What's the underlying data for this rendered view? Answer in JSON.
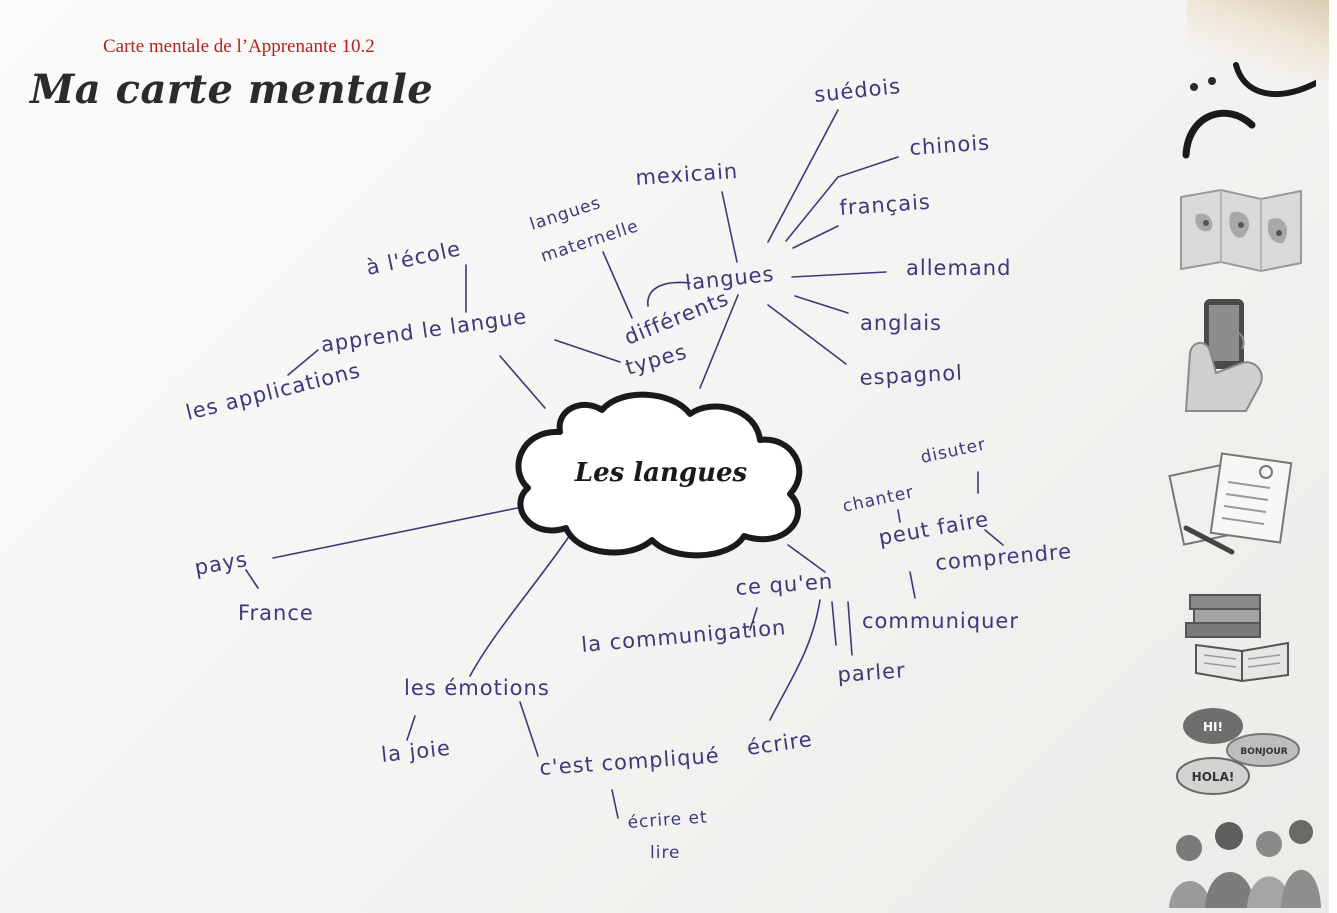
{
  "header": {
    "caption": "Carte mentale de l’Apprenante 10.2",
    "title": "Ma carte mentale"
  },
  "center": {
    "label": "Les langues"
  },
  "nodes": {
    "a_lecole": "à l'école",
    "apprend_le_langue": "apprend le langue",
    "les_applications": "les applications",
    "langues_maternelle_1": "langues",
    "langues_maternelle_2": "maternelle",
    "mexicain": "mexicain",
    "langues": "langues",
    "differents": "différents",
    "types": "types",
    "suedois": "suédois",
    "chinois": "chinois",
    "francais": "français",
    "allemand": "allemand",
    "anglais": "anglais",
    "espagnol": "espagnol",
    "pays": "pays",
    "france": "France",
    "disuter": "disuter",
    "chanter": "chanter",
    "peut_faire": "peut faire",
    "comprendre": "comprendre",
    "ce_quen": "ce qu'en",
    "communiquer": "communiquer",
    "la_communigation": "la communigation",
    "parler": "parler",
    "les_emotions": "les émotions",
    "la_joie": "la joie",
    "cest_complique": "c'est compliqué",
    "ecrire": "écrire",
    "ecrire_et": "écrire et",
    "lire": "lire"
  },
  "sidebar": {
    "icons": [
      "sad-face-icon",
      "world-map-icon",
      "phone-hand-icon",
      "documents-pen-icon",
      "books-icon",
      "speech-bubbles-icon",
      "people-talking-icon"
    ],
    "bubbles": {
      "hi": "HI!",
      "bonjour": "BONJOUR",
      "hola": "HOLA!"
    }
  },
  "colors": {
    "ink": "#3a3a7a",
    "caption": "#b22222",
    "title": "#2b2b2b",
    "cloud_stroke": "#1a1a1a"
  }
}
